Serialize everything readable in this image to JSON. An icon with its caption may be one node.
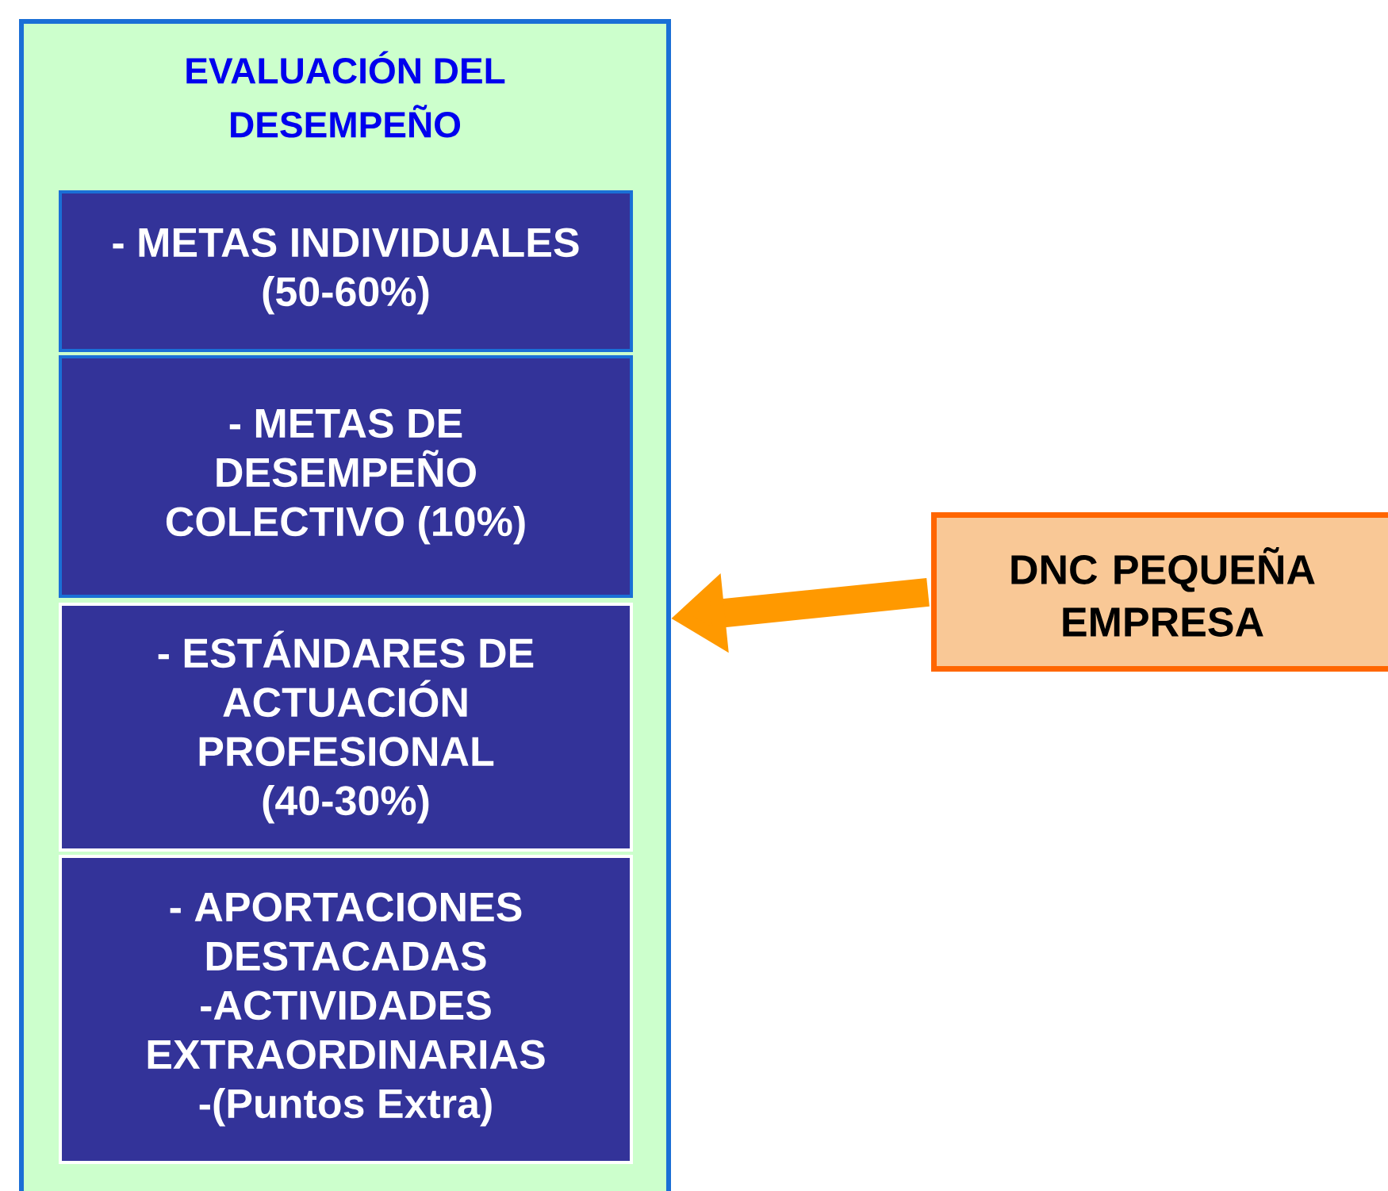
{
  "diagram": {
    "nodes": [
      {
        "text": [
          "EVALUACIÓN DEL DESEMPEÑO"
        ]
      },
      {
        "text": [
          "- METAS INDIVIDUALES (50-60%)"
        ],
        "in": 0
      },
      {
        "text": [
          "- METAS DE DESEMPEÑO COLECTIVO (10%)"
        ],
        "in": 0
      },
      {
        "text": [
          "- ESTÁNDARES DE ACTUACIÓN PROFESIONAL (40-30%)"
        ],
        "in": 0
      },
      {
        "text": [
          "- APORTACIONES DESTACADAS -ACTIVIDADES EXTRAORDINARIAS -(Puntos Extra)"
        ],
        "in": 0
      },
      {
        "text": [
          "DNC PEQUEÑA EMPRESA"
        ]
      }
    ],
    "edges": [
      {
        "from": 5,
        "to": 0,
        "arrow": "to"
      }
    ]
  }
}
